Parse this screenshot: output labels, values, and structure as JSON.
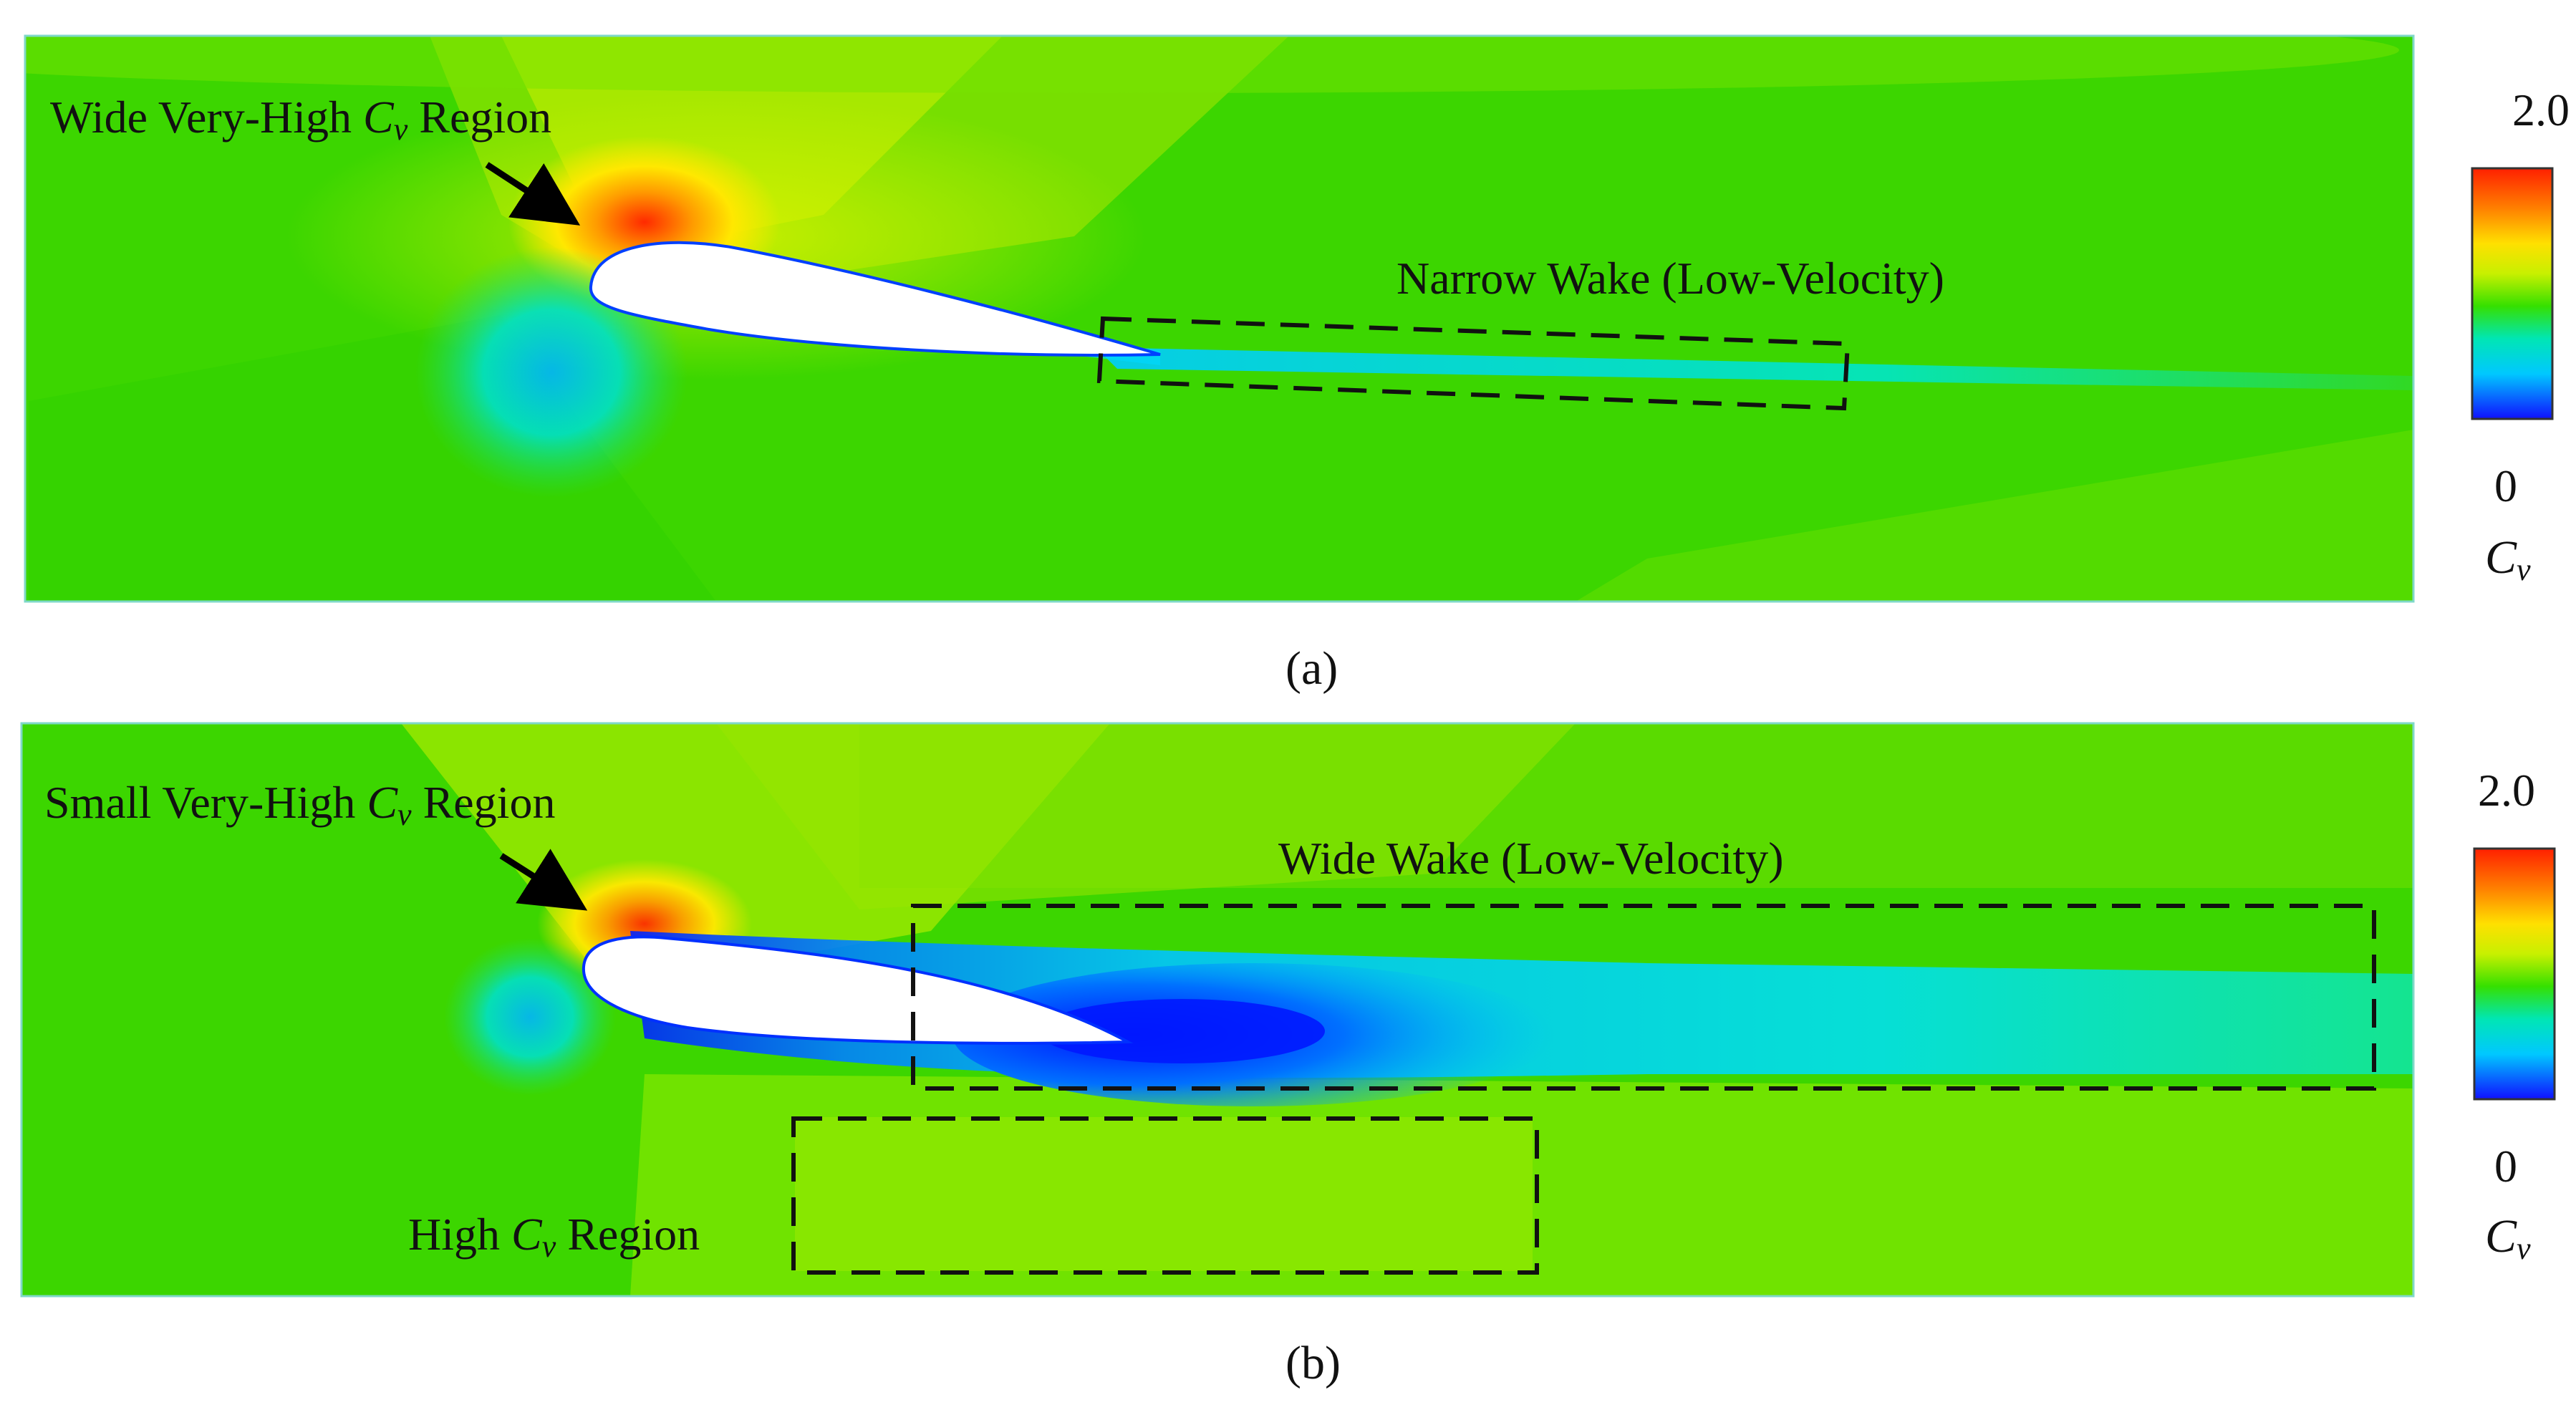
{
  "panels": [
    {
      "caption": "(a)",
      "annotations": {
        "leading_region": {
          "before": "Wide Very-High ",
          "symbol": "C",
          "subscript": "v",
          "after": " Region"
        },
        "wake": "Narrow Wake (Low-Velocity)"
      },
      "colorbar": {
        "max_label": "2.0",
        "min_label": "0",
        "symbol": "C",
        "subscript": "v"
      }
    },
    {
      "caption": "(b)",
      "annotations": {
        "leading_region": {
          "before": "Small Very-High ",
          "symbol": "C",
          "subscript": "v",
          "after": " Region"
        },
        "wake": "Wide Wake (Low-Velocity)",
        "lower_region": {
          "before": "High ",
          "symbol": "C",
          "subscript": "v",
          "after": " Region"
        }
      },
      "colorbar": {
        "max_label": "2.0",
        "min_label": "0",
        "symbol": "C",
        "subscript": "v"
      }
    }
  ],
  "colormap": [
    "#1010ff",
    "#00c8ff",
    "#00e6b4",
    "#35e000",
    "#c8f000",
    "#ffe000",
    "#ff8000",
    "#ff2000"
  ],
  "colors": {
    "freestream_green": "#3cd600",
    "wake_blue": "#00d4ee",
    "airfoil": "#ffffff"
  }
}
